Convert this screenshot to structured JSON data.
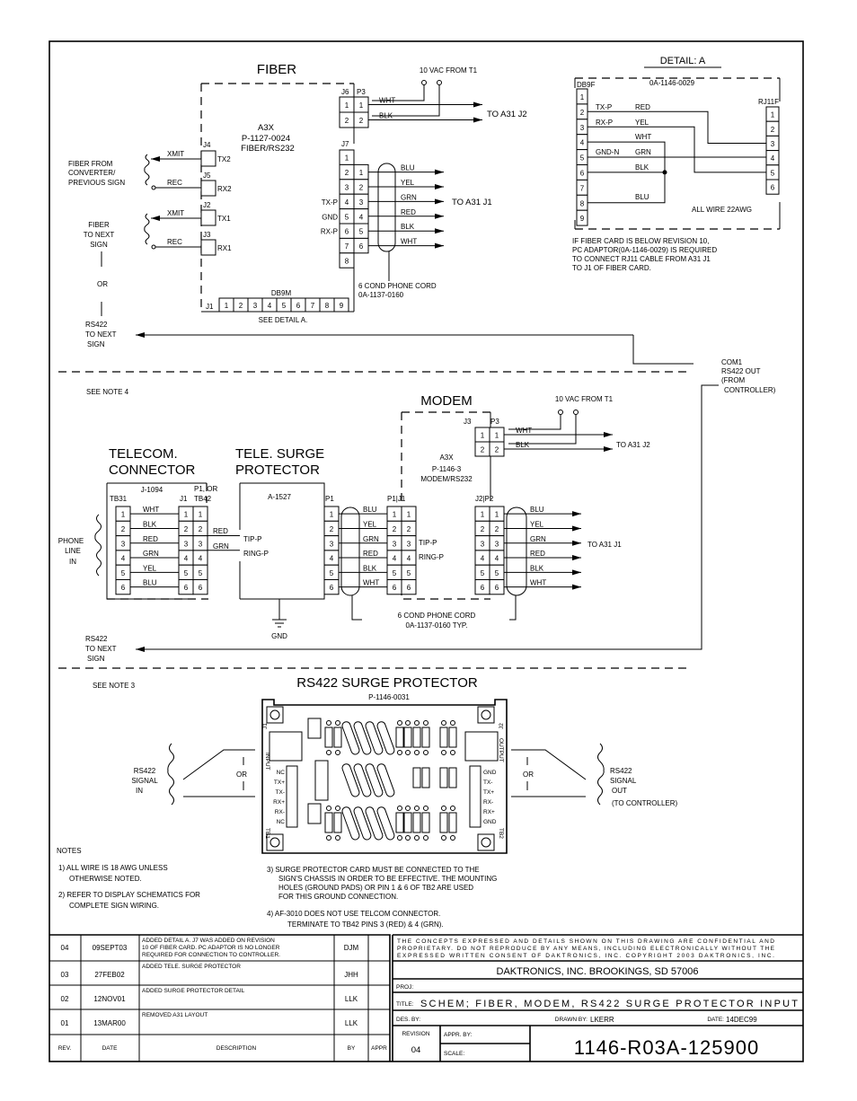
{
  "fiber": {
    "title": "FIBER",
    "vac": "10 VAC FROM T1",
    "to_j2": "TO A31 J2",
    "to_j1": "TO A31 J1",
    "j6": "J6",
    "p3": "P3",
    "j7": "J7",
    "power_wires": [
      "WHT",
      "BLK"
    ],
    "power_pins": [
      "1",
      "2"
    ],
    "a3x": "A3X",
    "part": "P-1127-0024",
    "type": "FIBER/RS232",
    "j4": "J4",
    "j5": "J5",
    "j2": "J2",
    "j3": "J3",
    "tx2": "TX2",
    "rx2": "RX2",
    "tx1": "TX1",
    "rx1": "RX1",
    "xmit": "XMIT",
    "rec": "REC",
    "from_lines": [
      "FIBER FROM",
      "CONVERTER/",
      "PREVIOUS SIGN"
    ],
    "next_lines": [
      "FIBER",
      "TO NEXT",
      "SIGN"
    ],
    "or": "OR",
    "rs422_lines": [
      "RS422",
      "TO NEXT",
      "SIGN"
    ],
    "j7_pins": [
      "1",
      "2",
      "3",
      "4",
      "5",
      "6",
      "7",
      "8"
    ],
    "p_pins": [
      "1",
      "2",
      "3",
      "4",
      "5",
      "6"
    ],
    "signals": [
      "TX-P",
      "GND",
      "RX-P"
    ],
    "wire_colors": [
      "BLU",
      "YEL",
      "GRN",
      "RED",
      "BLK",
      "WHT"
    ],
    "cord": [
      "6 COND PHONE CORD",
      "0A-1137-0160"
    ],
    "db9m": "DB9M",
    "j1": "J1",
    "db9_pins": [
      "1",
      "2",
      "3",
      "4",
      "5",
      "6",
      "7",
      "8",
      "9"
    ],
    "see_detail": "SEE DETAIL A."
  },
  "com1": [
    "COM1",
    "RS422 OUT",
    "(FROM",
    "CONTROLLER)"
  ],
  "detail_a": {
    "title": "DETAIL: A",
    "db9f": "DB9F",
    "part": "0A-1146-0029",
    "rj11f": "RJ11F",
    "db9_pins": [
      "1",
      "2",
      "3",
      "4",
      "5",
      "6",
      "7",
      "8",
      "9"
    ],
    "rj_pins": [
      "1",
      "2",
      "3",
      "4",
      "5",
      "6"
    ],
    "tx_p": "TX-P",
    "rx_p": "RX-P",
    "gnd_n": "GND-N",
    "red": "RED",
    "yel": "YEL",
    "wht": "WHT",
    "grn": "GRN",
    "blk": "BLK",
    "blu": "BLU",
    "all_wire": "ALL WIRE 22AWG",
    "note": [
      "IF FIBER CARD IS BELOW REVISION 10,",
      "PC ADAPTOR(0A-1146-0029) IS REQUIRED",
      "TO CONNECT RJ11 CABLE FROM A31 J1",
      "TO J1 OF FIBER CARD."
    ]
  },
  "modem": {
    "see_note": "SEE NOTE 4",
    "title": "MODEM",
    "vac": "10 VAC FROM T1",
    "j3": "J3",
    "p3": "P3",
    "power_pins": [
      "1",
      "2"
    ],
    "power_wires": [
      "WHT",
      "BLK"
    ],
    "to_j2": "TO A31 J2",
    "to_j1": "TO A31 J1",
    "a3x": "A3X",
    "part": "P-1146-3",
    "type": "MODEM/RS232",
    "telecom_title": [
      "TELECOM.",
      "CONNECTOR"
    ],
    "surge_title": [
      "TELE. SURGE",
      "PROTECTOR"
    ],
    "j1094": "J-1094",
    "p1_or": "P1, OR",
    "tb42": "TB42",
    "tb31": "TB31",
    "j1": "J1",
    "p1": "P1",
    "p1j1": "P1|J1",
    "j2p2": "J2|P2",
    "a1527": "A-1527",
    "pins": [
      "1",
      "2",
      "3",
      "4",
      "5",
      "6"
    ],
    "telecom_wires": [
      "WHT",
      "BLK",
      "RED",
      "GRN",
      "YEL",
      "BLU"
    ],
    "cord_wires": [
      "BLU",
      "YEL",
      "GRN",
      "RED",
      "BLK",
      "WHT"
    ],
    "red": "RED",
    "grn": "GRN",
    "tip_p": "TIP-P",
    "ring_p": "RING-P",
    "phone_line": [
      "PHONE",
      "LINE",
      "IN"
    ],
    "gnd": "GND",
    "cord": [
      "6 COND PHONE CORD",
      "0A-1137-0160 TYP."
    ],
    "rs422_lines": [
      "RS422",
      "TO NEXT",
      "SIGN"
    ]
  },
  "rs422_surge": {
    "see_note": "SEE NOTE 3",
    "title": "RS422 SURGE PROTECTOR",
    "part": "P-1146-0031",
    "in_lines": [
      "RS422",
      "SIGNAL",
      "IN"
    ],
    "out_lines": [
      "RS422",
      "SIGNAL",
      "OUT",
      "(TO CONTROLLER)"
    ],
    "or": "OR",
    "j1": "J1",
    "j2": "J2",
    "input": "INPUT",
    "output": "OUTPUT",
    "tb1": "TB1",
    "tb2": "TB2",
    "tb1_pins": [
      "NC",
      "TX+",
      "TX-",
      "RX+",
      "RX-",
      "NC"
    ],
    "tb2_pins": [
      "GND",
      "TX-",
      "TX+",
      "RX-",
      "RX+",
      "GND"
    ]
  },
  "notes": {
    "heading": "NOTES",
    "n1": [
      "1) ALL WIRE IS 18 AWG UNLESS",
      "OTHERWISE NOTED."
    ],
    "n2": [
      "2) REFER TO DISPLAY SCHEMATICS FOR",
      "COMPLETE SIGN WIRING."
    ],
    "n3": [
      "3) SURGE PROTECTOR CARD MUST BE CONNECTED TO THE",
      "SIGN'S CHASSIS IN ORDER TO BE EFFECTIVE. THE MOUNTING",
      "HOLES (GROUND PADS) OR PIN 1 & 6 OF TB2 ARE USED",
      "FOR THIS GROUND CONNECTION."
    ],
    "n4": [
      "4) AF-3010 DOES NOT USE TELCOM CONNECTOR.",
      "TERMINATE TO TB42 PINS 3 (RED) & 4 (GRN)."
    ]
  },
  "title_block": {
    "revisions": [
      {
        "rev": "04",
        "date": "09SEPT03",
        "desc": [
          "ADDED DETAIL A. J7 WAS ADDED ON REVISION",
          "10 OF FIBER CARD. PC ADAPTOR IS NO LONGER",
          "REQUIRED FOR CONNECTION TO CONTROLLER."
        ],
        "by": "DJM"
      },
      {
        "rev": "03",
        "date": "27FEB02",
        "desc": [
          "ADDED TELE. SURGE PROTECTOR"
        ],
        "by": "JHH"
      },
      {
        "rev": "02",
        "date": "12NOV01",
        "desc": [
          "ADDED SURGE PROTECTOR DETAIL"
        ],
        "by": "LLK"
      },
      {
        "rev": "01",
        "date": "13MAR00",
        "desc": [
          "REMOVED A31 LAYOUT"
        ],
        "by": "LLK"
      }
    ],
    "headers": {
      "rev": "REV.",
      "date": "DATE",
      "desc": "DESCRIPTION",
      "by": "BY",
      "appr": "APPR"
    },
    "confidential": [
      "THE CONCEPTS EXPRESSED AND DETAILS SHOWN ON THIS DRAWING ARE CONFIDENTIAL AND",
      "PROPRIETARY. DO NOT REPRODUCE BY ANY MEANS, INCLUDING ELECTRONICALLY WITHOUT THE",
      "EXPRESSED WRITTEN CONSENT OF DAKTRONICS, INC.        COPYRIGHT 2003 DAKTRONICS, INC."
    ],
    "company": "DAKTRONICS, INC.   BROOKINGS, SD 57006",
    "proj_label": "PROJ:",
    "title_label": "TITLE:",
    "title": "SCHEM; FIBER, MODEM, RS422 SURGE PROTECTOR INPUT",
    "des_by": "DES. BY:",
    "drawn_by_label": "DRAWN BY:",
    "drawn_by": "LKERR",
    "date_label": "DATE:",
    "date": "14DEC99",
    "revision_label": "REVISION",
    "revision": "04",
    "appr_by": "APPR. BY:",
    "scale": "SCALE:",
    "drawing_number": "1146-R03A-125900"
  }
}
